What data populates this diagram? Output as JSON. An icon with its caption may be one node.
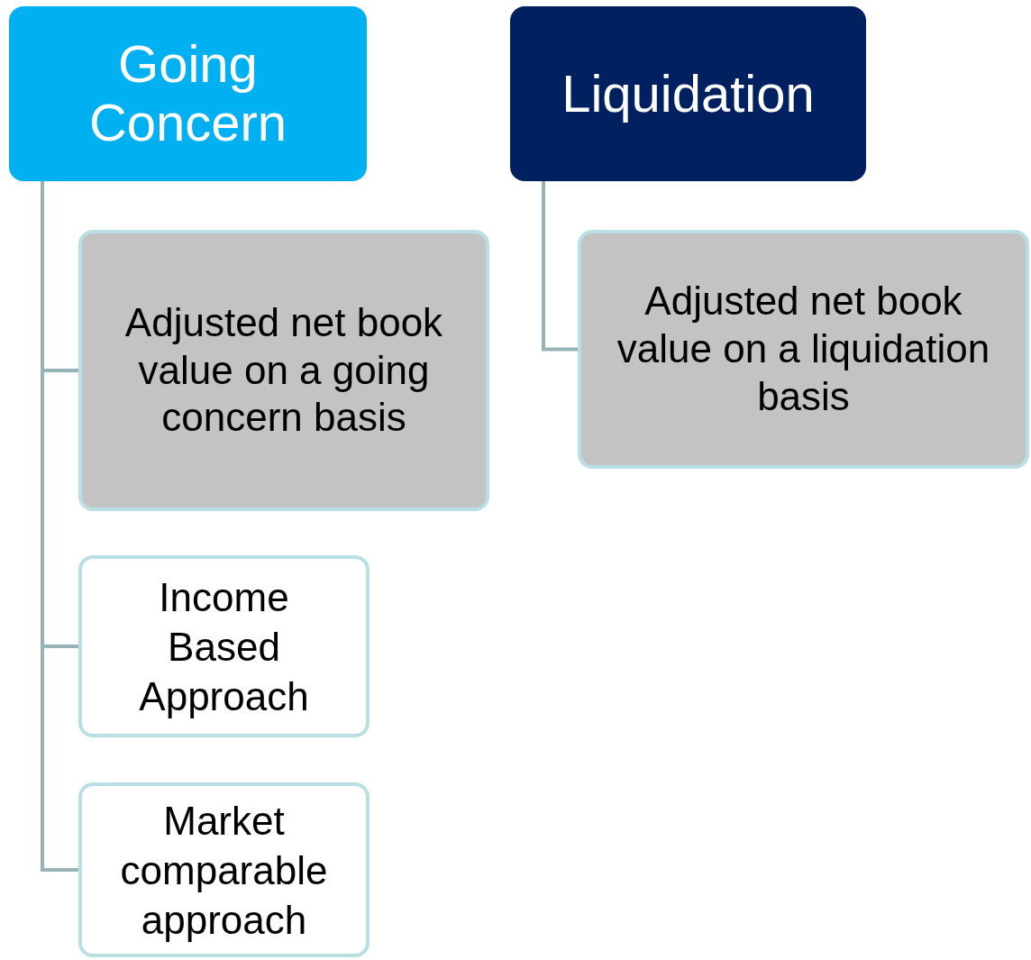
{
  "diagram": {
    "nodes": [
      {
        "text": [
          "Going Concern"
        ]
      },
      {
        "text": [
          "Adjusted net book value on a going concern basis"
        ]
      },
      {
        "text": [
          "Income Based Approach"
        ]
      },
      {
        "text": [
          "Market comparable approach"
        ]
      },
      {
        "text": [
          "Liquidation"
        ]
      },
      {
        "text": [
          "Adjusted net book value on a liquidation basis"
        ]
      }
    ],
    "edges": [
      {
        "from": 0,
        "to": 1,
        "arrow": "none"
      },
      {
        "from": 0,
        "to": 2,
        "arrow": "none"
      },
      {
        "from": 0,
        "to": 3,
        "arrow": "none"
      },
      {
        "from": 4,
        "to": 5,
        "arrow": "none"
      }
    ]
  }
}
